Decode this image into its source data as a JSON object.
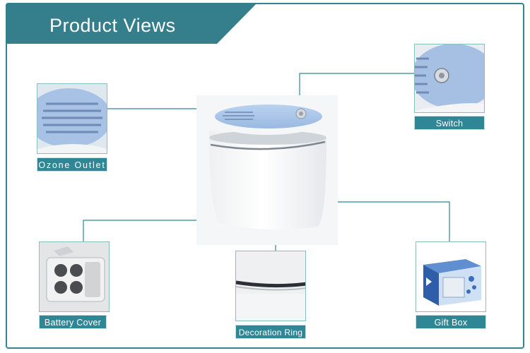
{
  "header": {
    "title": "Product Views"
  },
  "callouts": {
    "ozone_outlet": "Ozone Outlet",
    "switch": "Switch",
    "battery_cover": "Battery Cover",
    "decoration_ring": "Decoration Ring",
    "gift_box": "Gift Box"
  },
  "colors": {
    "accent": "#2f8796",
    "title_bg": "#357e8c",
    "device_top": "#a9c6ea",
    "white": "#ffffff"
  },
  "icons": [
    "ozone-outlet-photo",
    "switch-photo",
    "battery-cover-photo",
    "decoration-ring-photo",
    "gift-box-photo",
    "device-photo"
  ]
}
